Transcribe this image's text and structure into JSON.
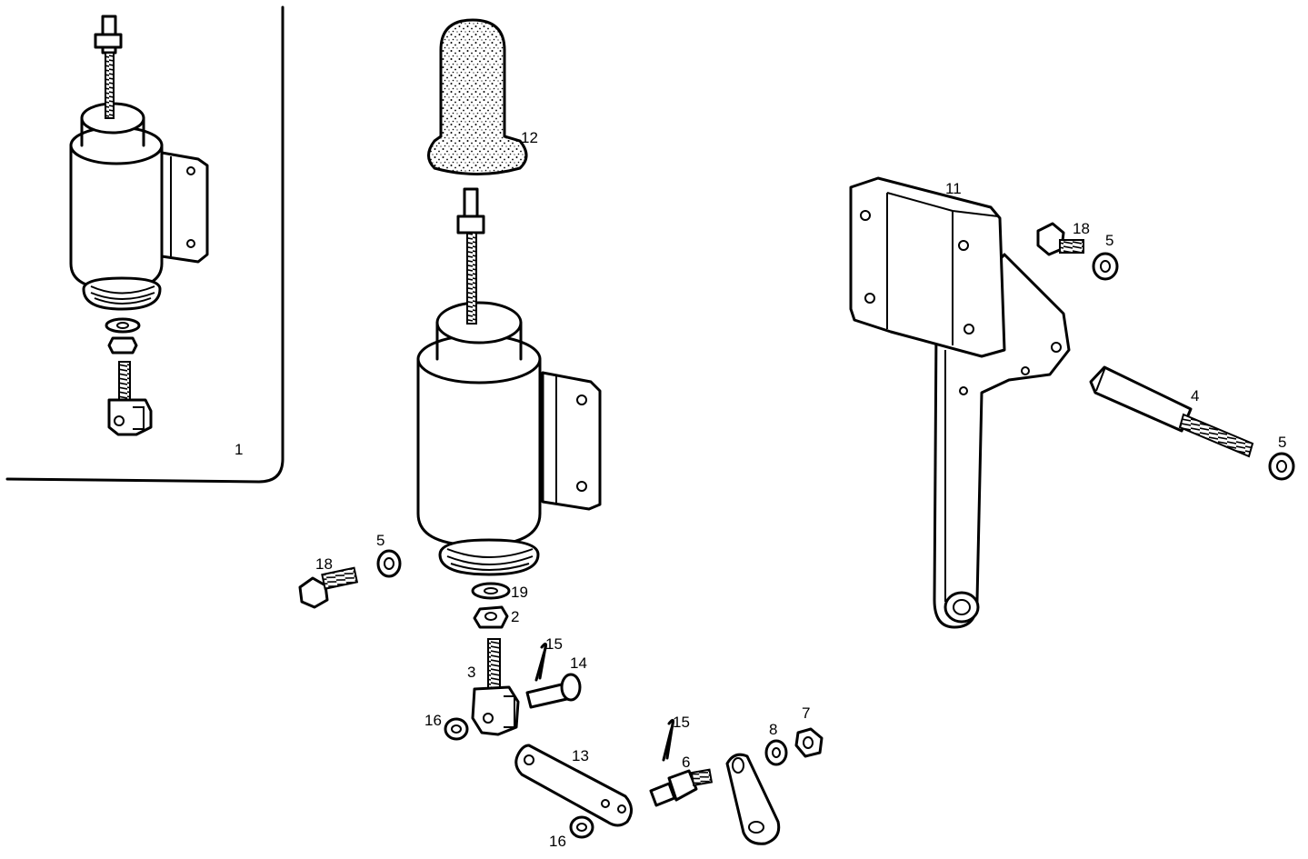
{
  "callouts": {
    "c1": "1",
    "c2": "2",
    "c3": "3",
    "c4": "4",
    "c5a": "5",
    "c5b": "5",
    "c5c": "5",
    "c6": "6",
    "c7": "7",
    "c8": "8",
    "c11": "11",
    "c12": "12",
    "c13": "13",
    "c14": "14",
    "c15a": "15",
    "c15b": "15",
    "c16a": "16",
    "c16b": "16",
    "c18a": "18",
    "c18b": "18",
    "c19": "19"
  }
}
